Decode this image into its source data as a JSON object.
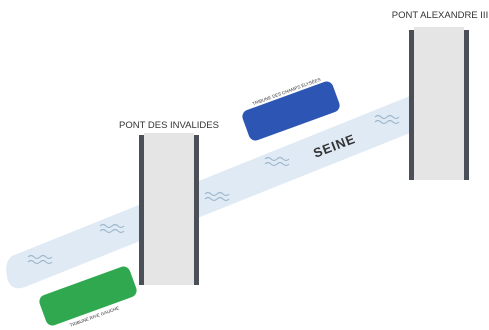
{
  "river": {
    "label": "SEINE",
    "color": "#dfeaf5",
    "wave_color": "#9fb8cc"
  },
  "bridges": [
    {
      "id": "invalides",
      "label": "PONT DES INVALIDES"
    },
    {
      "id": "alexandre",
      "label": "PONT ALEXANDRE III"
    }
  ],
  "bridge_style": {
    "deck_color": "#e5e5e5",
    "rail_color": "#4b4f57"
  },
  "stands": [
    {
      "id": "champs",
      "label": "TRIBUNE DES CHAMPS ÉLYSÉES",
      "color": "#2d55b3"
    },
    {
      "id": "gauche",
      "label": "TRIBUNE RIVE GAUCHE",
      "color": "#2fa84f"
    }
  ],
  "text_color": "#333333",
  "icons": {
    "wave": "wave-icon"
  }
}
